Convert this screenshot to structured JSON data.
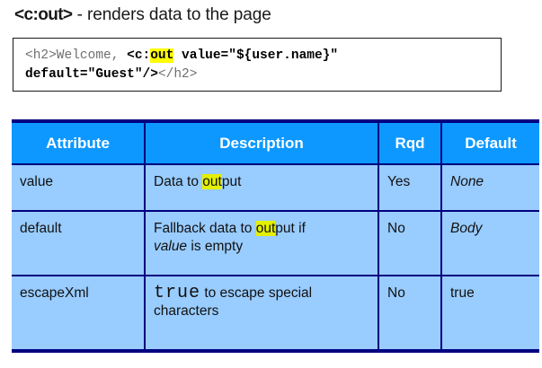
{
  "title": {
    "tag": "<c:out>",
    "desc": " - renders data to the page"
  },
  "code_block": {
    "line1_prefix": "<h2>Welcome, ",
    "line1_bold_a": "<c:",
    "line1_highlight": "out",
    "line1_bold_b": " value=\"${user.name}\"",
    "line2_bold": "default=\"Guest\"/>",
    "line2_dim": "</h2>",
    "highlight_color": "#ffff00"
  },
  "table": {
    "header_bg": "#0d98ff",
    "row_bg": "#99ccff",
    "border_color": "#000080",
    "highlight_color": "#e4f000",
    "columns": [
      "Attribute",
      "Description",
      "Rqd",
      "Default"
    ],
    "rows": [
      {
        "attribute": "value",
        "desc_pre": "Data to ",
        "desc_hl": "out",
        "desc_post": "put",
        "desc_line2": "",
        "rqd": "Yes",
        "default": "None",
        "default_italic": true
      },
      {
        "attribute": "default",
        "desc_pre": "Fallback data to ",
        "desc_hl": "out",
        "desc_post": "put if",
        "desc_line2_italic": "value",
        "desc_line2_rest": " is empty",
        "rqd": "No",
        "default": "Body",
        "default_italic": true
      },
      {
        "attribute": "escapeXml",
        "desc_mono": "true",
        "desc_post": "to escape special characters",
        "rqd": "No",
        "default": "true",
        "default_italic": false
      }
    ]
  }
}
